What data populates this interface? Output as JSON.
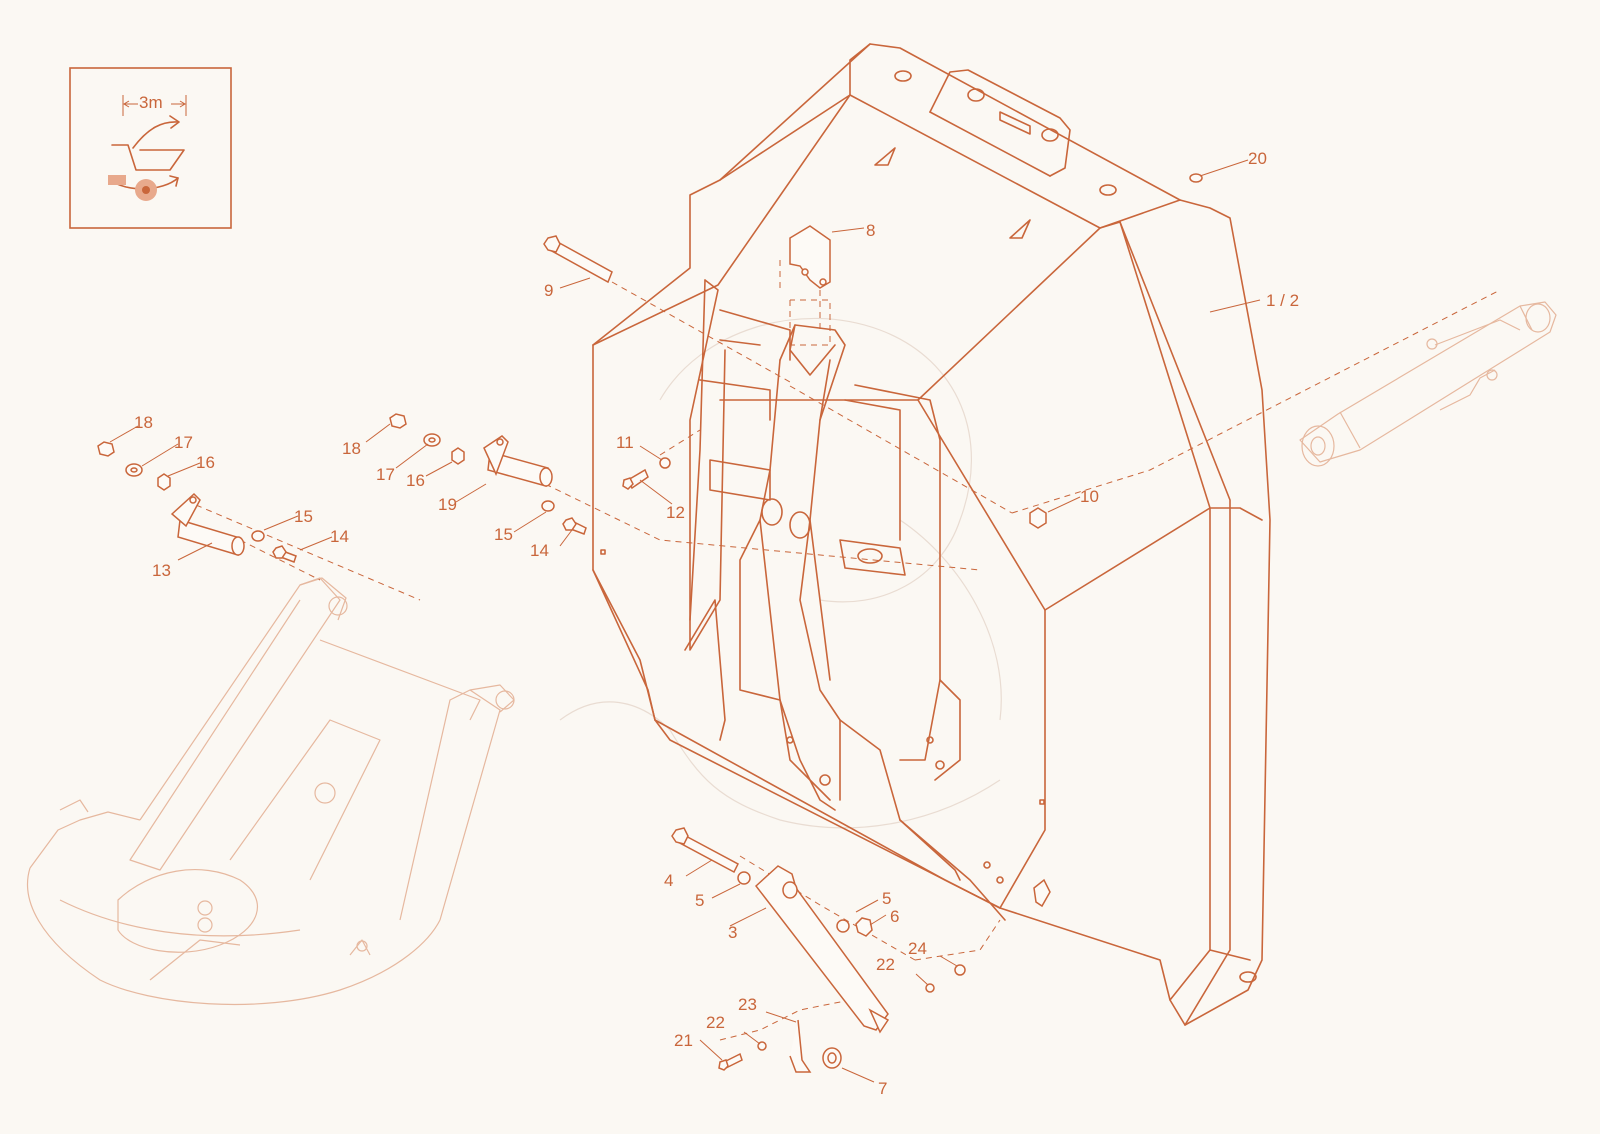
{
  "colors": {
    "line": "#c9663b",
    "faint": "#e6b89f",
    "background": "#fbf8f3"
  },
  "icon": {
    "name": "wheelbarrow-move-icon",
    "distance_label": "3m"
  },
  "callouts": [
    {
      "id": "p1-2",
      "label": "1 / 2"
    },
    {
      "id": "p3",
      "label": "3"
    },
    {
      "id": "p4",
      "label": "4"
    },
    {
      "id": "p5a",
      "label": "5"
    },
    {
      "id": "p5b",
      "label": "5"
    },
    {
      "id": "p6",
      "label": "6"
    },
    {
      "id": "p7",
      "label": "7"
    },
    {
      "id": "p8",
      "label": "8"
    },
    {
      "id": "p9",
      "label": "9"
    },
    {
      "id": "p10",
      "label": "10"
    },
    {
      "id": "p11",
      "label": "11"
    },
    {
      "id": "p12",
      "label": "12"
    },
    {
      "id": "p13",
      "label": "13"
    },
    {
      "id": "p14a",
      "label": "14"
    },
    {
      "id": "p14b",
      "label": "14"
    },
    {
      "id": "p15a",
      "label": "15"
    },
    {
      "id": "p15b",
      "label": "15"
    },
    {
      "id": "p16a",
      "label": "16"
    },
    {
      "id": "p16b",
      "label": "16"
    },
    {
      "id": "p17a",
      "label": "17"
    },
    {
      "id": "p17b",
      "label": "17"
    },
    {
      "id": "p18a",
      "label": "18"
    },
    {
      "id": "p18b",
      "label": "18"
    },
    {
      "id": "p19",
      "label": "19"
    },
    {
      "id": "p20",
      "label": "20"
    },
    {
      "id": "p21",
      "label": "21"
    },
    {
      "id": "p22a",
      "label": "22"
    },
    {
      "id": "p22b",
      "label": "22"
    },
    {
      "id": "p23",
      "label": "23"
    },
    {
      "id": "p24",
      "label": "24"
    }
  ]
}
